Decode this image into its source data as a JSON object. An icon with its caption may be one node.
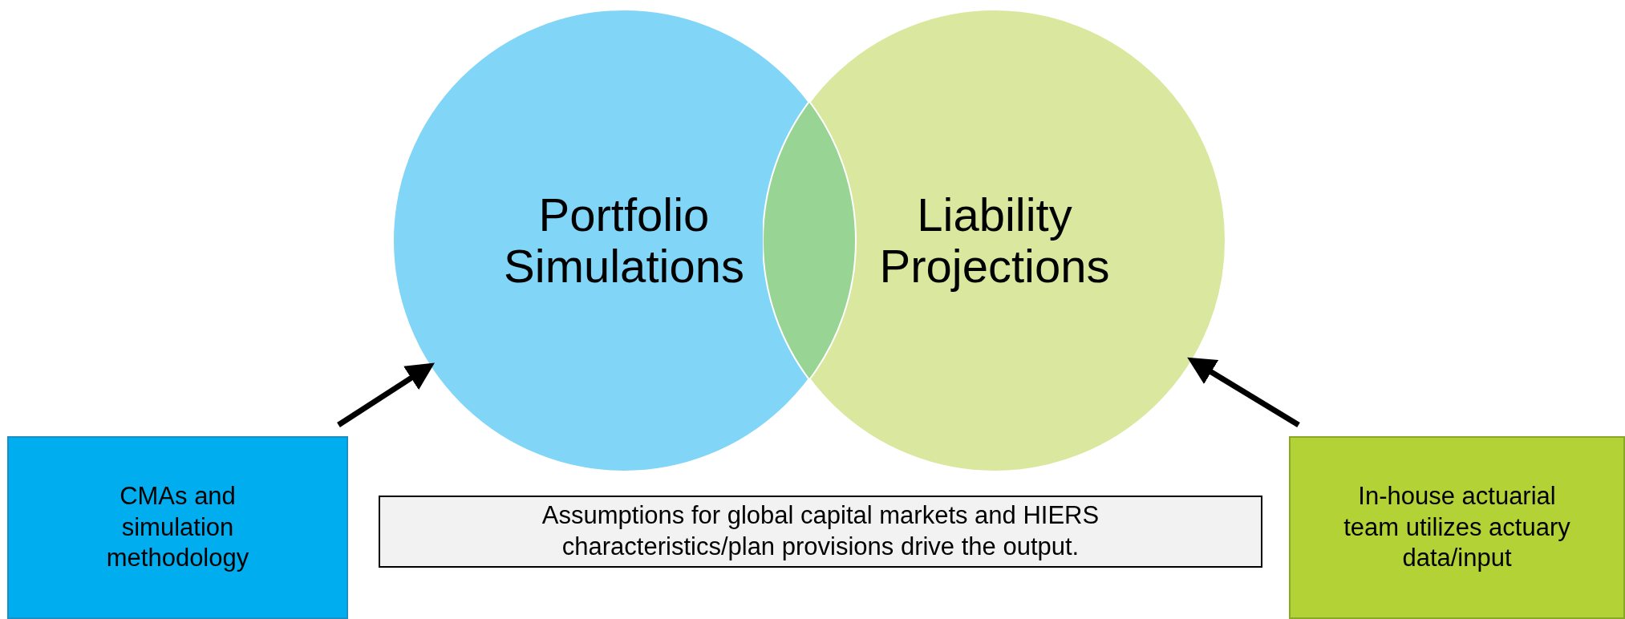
{
  "diagram": {
    "nodes": [
      {
        "text": [
          "Portfolio Simulations"
        ]
      },
      {
        "text": [
          "Liability Projections"
        ]
      },
      {
        "text": [
          "CMAs and simulation methodology"
        ]
      },
      {
        "text": [
          "In-house actuarial team utilizes actuary data/input"
        ]
      },
      {
        "text": [
          "Assumptions for global capital markets and HIERS characteristics/plan provisions drive the output."
        ]
      }
    ],
    "edges": [
      {
        "from": 2,
        "to": 0,
        "arrow": "to"
      },
      {
        "from": 3,
        "to": 1,
        "arrow": "to"
      }
    ]
  }
}
